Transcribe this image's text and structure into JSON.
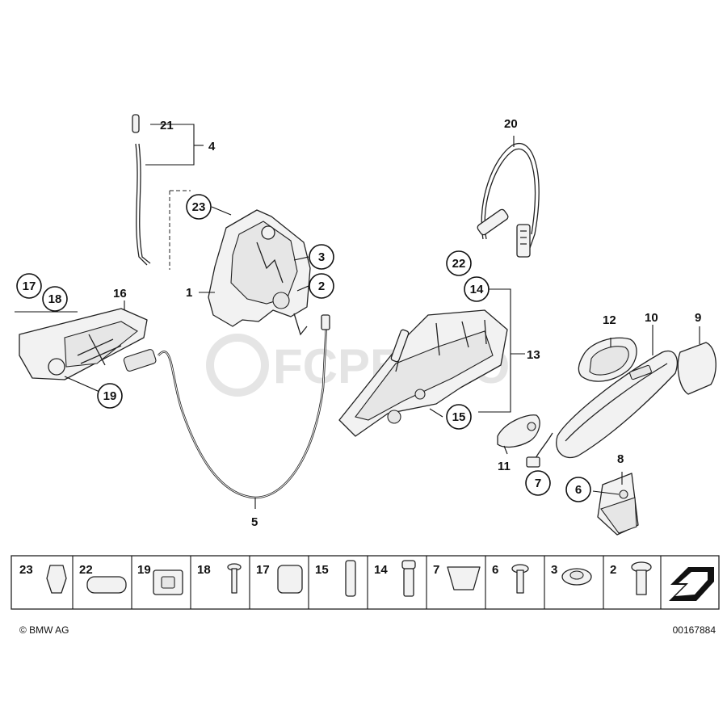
{
  "callouts": [
    "1",
    "2",
    "3",
    "4",
    "5",
    "6",
    "7",
    "8",
    "9",
    "10",
    "11",
    "12",
    "13",
    "14",
    "15",
    "16",
    "17",
    "18",
    "19",
    "20",
    "21",
    "22",
    "23"
  ],
  "strip_items": [
    "23",
    "22",
    "19",
    "18",
    "17",
    "15",
    "14",
    "7",
    "6",
    "3",
    "2"
  ],
  "watermark": "FCPEURO",
  "copyright": "© BMW AG",
  "diagram_code": "00167884"
}
